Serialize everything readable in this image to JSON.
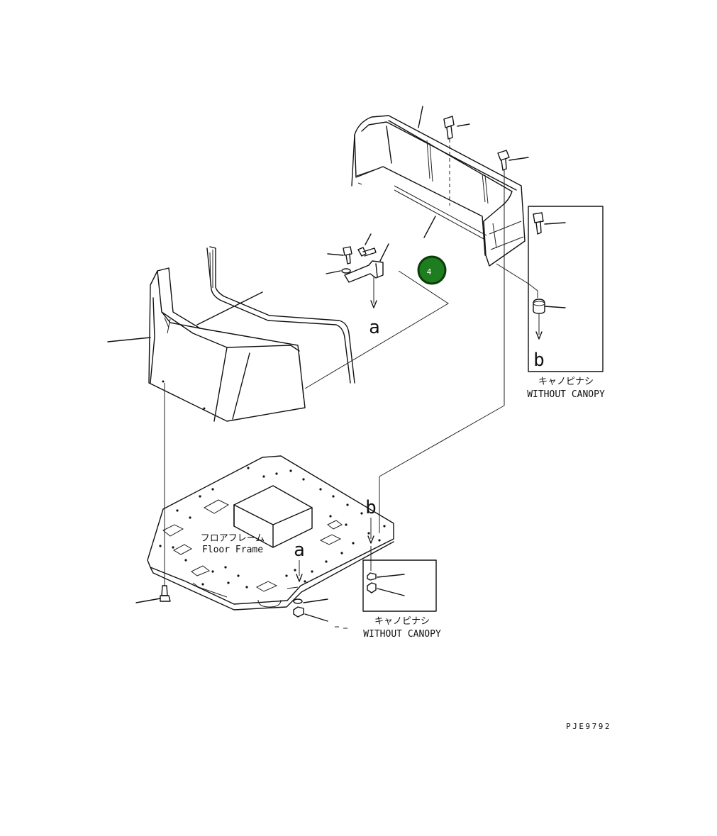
{
  "drawing_id": "PJE9792",
  "labels": {
    "floor_frame_jp": "フロアフレーム",
    "floor_frame_en": "Floor Frame",
    "a_top": "a",
    "a_bottom": "a",
    "b_right": "b",
    "b_floor": "b",
    "without_canopy_jp_upper": "キャノピナシ",
    "without_canopy_en_upper": "WITHOUT CANOPY",
    "without_canopy_jp_lower": "キャノピナシ",
    "without_canopy_en_lower": "WITHOUT CANOPY"
  },
  "marker": {
    "label": "4",
    "color": "#1e7d1e"
  },
  "colors": {
    "line": "#111111",
    "background": "#ffffff"
  }
}
